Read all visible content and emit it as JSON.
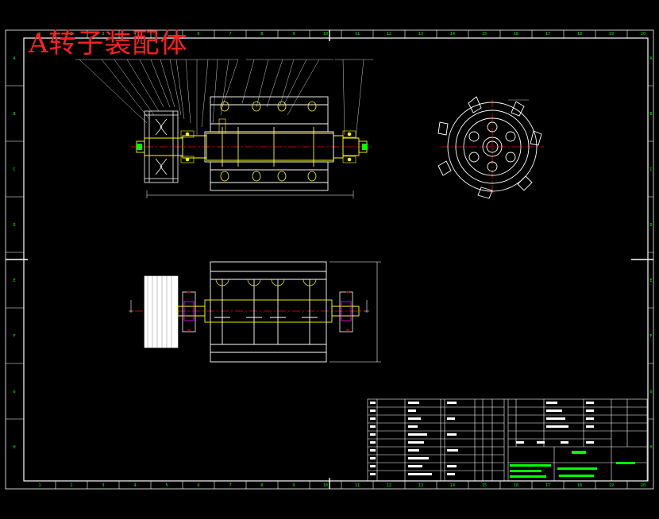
{
  "drawing": {
    "title": "A转子装配体",
    "colors": {
      "background": "#000000",
      "line": "#ffffff",
      "shaft": "#ffff00",
      "center": "#ff0000",
      "dim": "#ffffff",
      "hatch": "#ff00ff",
      "green": "#00ff00"
    },
    "col_numbers": [
      "1",
      "2",
      "3",
      "4",
      "5",
      "6",
      "7",
      "8",
      "9",
      "10",
      "11",
      "12",
      "13",
      "14",
      "15",
      "16",
      "17",
      "18",
      "19",
      "20"
    ],
    "row_letters": [
      "A",
      "B",
      "C",
      "D",
      "E",
      "F",
      "G",
      "H"
    ]
  }
}
